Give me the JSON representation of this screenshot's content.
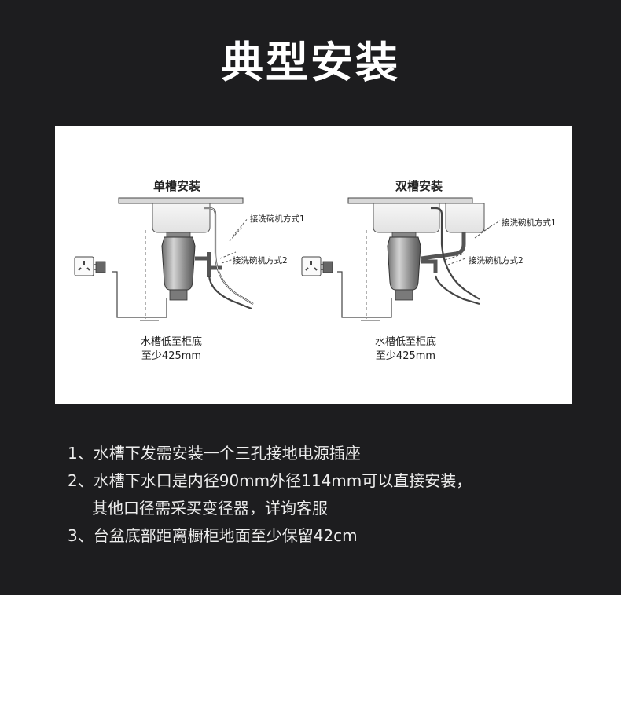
{
  "title": "典型安装",
  "diagrams": {
    "single": {
      "heading": "单槽安装",
      "outlet1": "接洗碗机方式1",
      "outlet2": "接洗碗机方式2",
      "height_note_line1": "水槽低至柜底",
      "height_note_line2": "至少425mm"
    },
    "double": {
      "heading": "双槽安装",
      "outlet1": "接洗碗机方式1",
      "outlet2": "接洗碗机方式2",
      "height_note_line1": "水槽低至柜底",
      "height_note_line2": "至少425mm"
    }
  },
  "notes": [
    "1、水槽下发需安装一个三孔接地电源插座",
    "2、水槽下水口是内径90mm外径114mm可以直接安装，",
    "其他口径需采买变径器，详询客服",
    "3、台盆底部距离橱柜地面至少保留42cm"
  ],
  "colors": {
    "background_dark": "#1d1d1f",
    "card": "#ffffff",
    "text_light": "#ededed",
    "line": "#333333"
  }
}
